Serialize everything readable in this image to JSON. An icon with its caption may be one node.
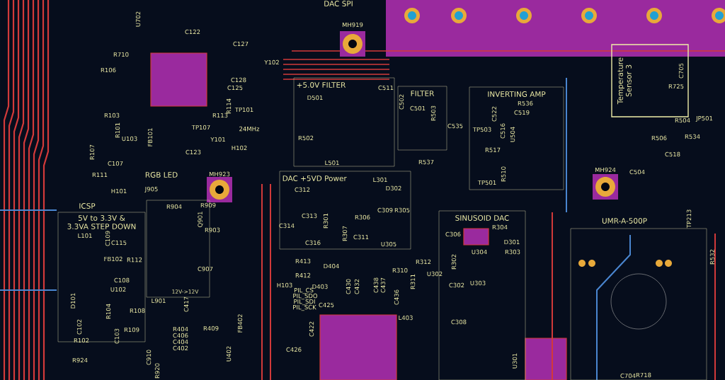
{
  "diagram": {
    "nodes": [
      {
        "text": [
          "+5.0V FILTER"
        ]
      },
      {
        "text": [
          "FILTER"
        ]
      },
      {
        "text": [
          "INVERTING AMP"
        ]
      },
      {
        "text": [
          "Temperature Sensor 3"
        ]
      },
      {
        "text": [
          "DAC +5VD Power"
        ]
      },
      {
        "text": [
          "SINUSOID DAC"
        ]
      },
      {
        "text": [
          "5V to 3.3V & 3.3VA STEP DOWN"
        ]
      },
      {
        "text": [
          "12V->12V"
        ]
      },
      {
        "text": [
          "UMR-A-500P"
        ]
      }
    ],
    "labels": [
      "DAC SPI",
      "U702",
      "MH919",
      "C122",
      "C127",
      "R710",
      "Y102",
      "R106",
      "C705",
      "C128",
      "C125",
      "C511",
      "R725",
      "D501",
      "C502",
      "R536",
      "R114",
      "TP101",
      "C501",
      "C519",
      "R103",
      "R113",
      "R503",
      "C522",
      "R504",
      "JP501",
      "TP107",
      "24MHz",
      "C535",
      "TP503",
      "R101",
      "C516",
      "U504",
      "U103",
      "FB101",
      "Y101",
      "R502",
      "R506",
      "R534",
      "H102",
      "R517",
      "R107",
      "C123",
      "C518",
      "C107",
      "L501",
      "R537",
      "MH924",
      "C504",
      "R111",
      "RGB LED",
      "MH923",
      "R510",
      "L301",
      "TP501",
      "H101",
      "J905",
      "C312",
      "D302",
      "ICSP",
      "R904",
      "R909",
      "C309",
      "R305",
      "C313",
      "Q901",
      "R301",
      "R306",
      "TP213",
      "R903",
      "C314",
      "R304",
      "L101",
      "R307",
      "C306",
      "C109",
      "C311",
      "C115",
      "C316",
      "U305",
      "D301",
      "U304",
      "R303",
      "R532",
      "FB102",
      "R112",
      "R413",
      "R312",
      "R302",
      "D404",
      "C907",
      "R412",
      "R310",
      "U302",
      "C108",
      "H103",
      "D403",
      "C430",
      "C432",
      "C438",
      "C437",
      "R311",
      "C302",
      "U303",
      "U102",
      "PIL_CS",
      "D101",
      "L901",
      "C417",
      "PIL_SDO",
      "PIL_SDI",
      "PIL_SCK",
      "C425",
      "C436",
      "R104",
      "R108",
      "L403",
      "C308",
      "C102",
      "R109",
      "R404",
      "R409",
      "FB402",
      "C422",
      "R102",
      "C103",
      "C406",
      "C404",
      "C402",
      "U402",
      "C426",
      "R924",
      "C910",
      "U301",
      "R920",
      "C704",
      "R718"
    ]
  }
}
